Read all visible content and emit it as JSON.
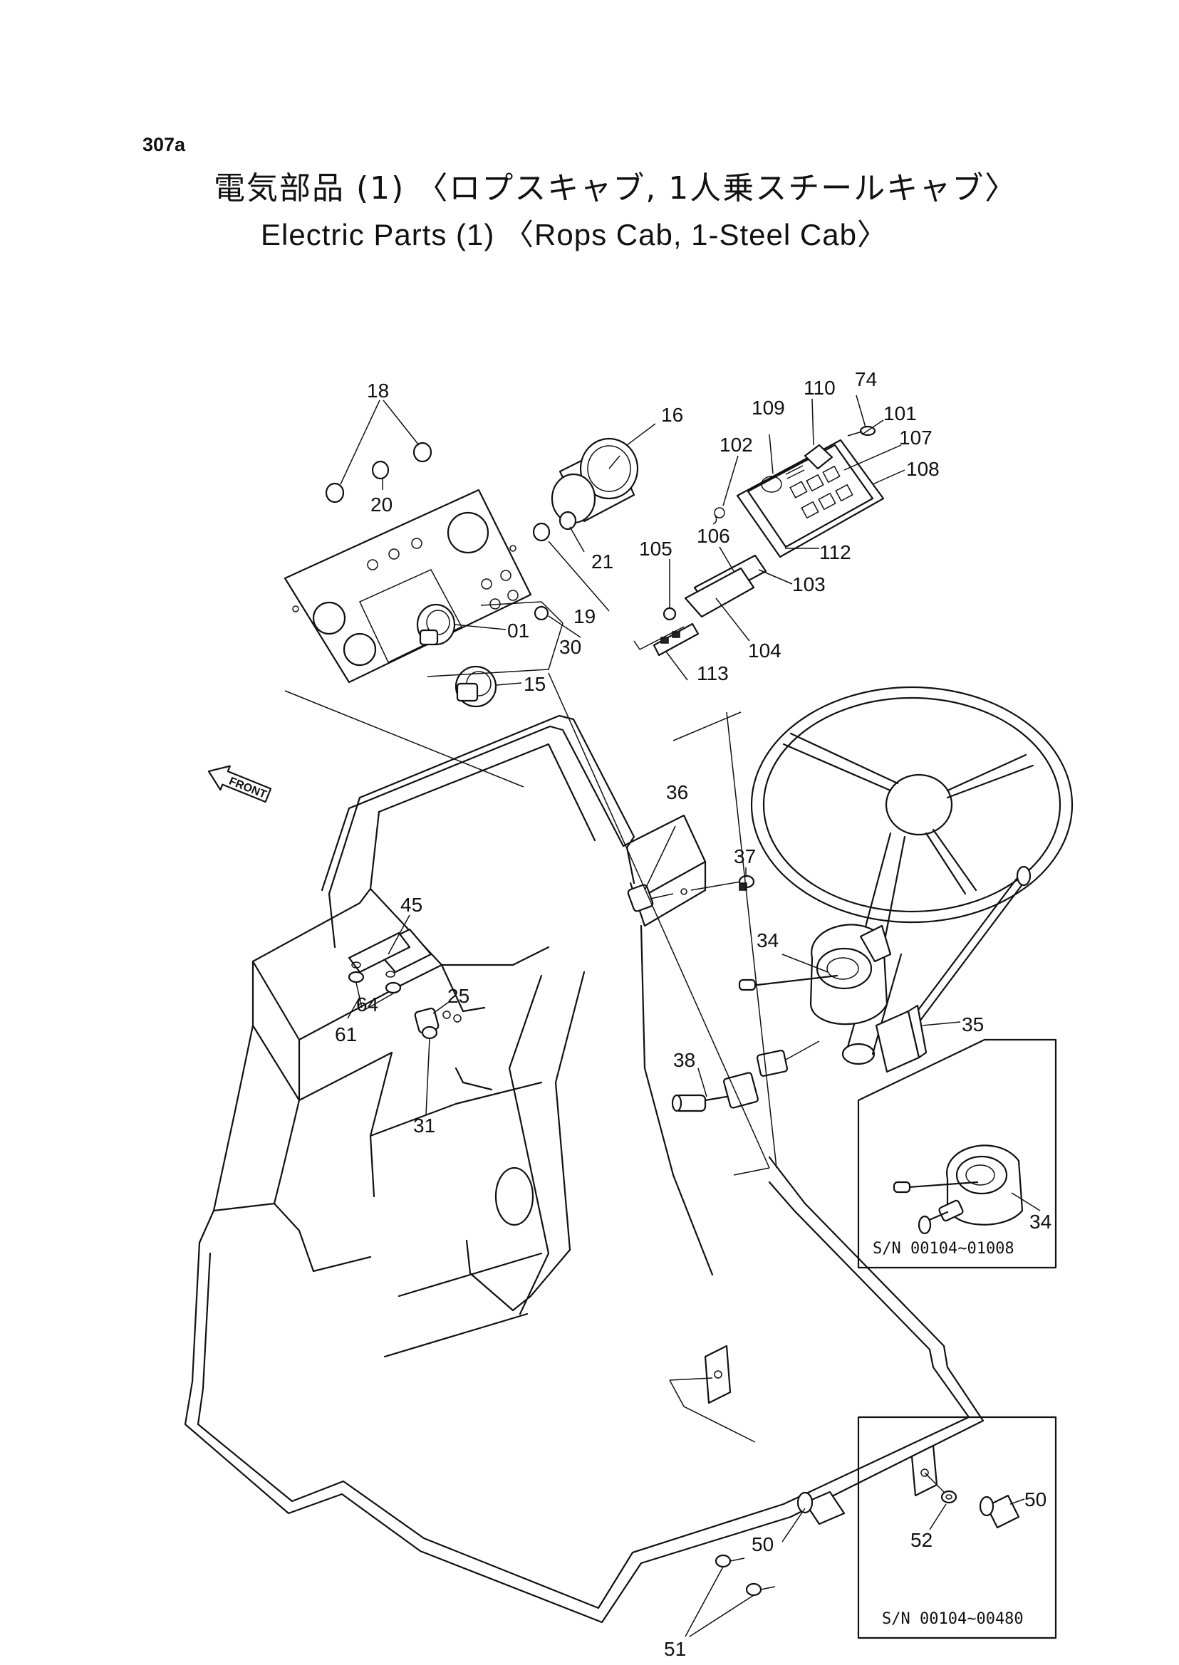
{
  "page_number": "307a",
  "title_ja": "電気部品 (1) 〈ロプスキャブ, 1人乗スチールキャブ〉",
  "title_en": "Electric Parts (1) 〈Rops Cab, 1-Steel Cab〉",
  "front_label": "FRONT",
  "callouts": {
    "p18": "18",
    "p20": "20",
    "p16": "16",
    "p109": "109",
    "p110": "110",
    "p74": "74",
    "p101": "101",
    "p107": "107",
    "p108": "108",
    "p102": "102",
    "p21": "21",
    "p19": "19",
    "p105": "105",
    "p106": "106",
    "p112": "112",
    "p103": "103",
    "p01": "01",
    "p30": "30",
    "p104": "104",
    "p113": "113",
    "p15": "15",
    "p36": "36",
    "p37": "37",
    "p45": "45",
    "p34": "34",
    "p35": "35",
    "p25": "25",
    "p64": "64",
    "p61": "61",
    "p31": "31",
    "p38": "38",
    "p34b": "34",
    "p50": "50",
    "p51": "51",
    "p52": "52",
    "p50b": "50"
  },
  "insets": {
    "inset_a_serial": "S/N 00104~01008",
    "inset_b_serial": "S/N 00104~00480"
  }
}
